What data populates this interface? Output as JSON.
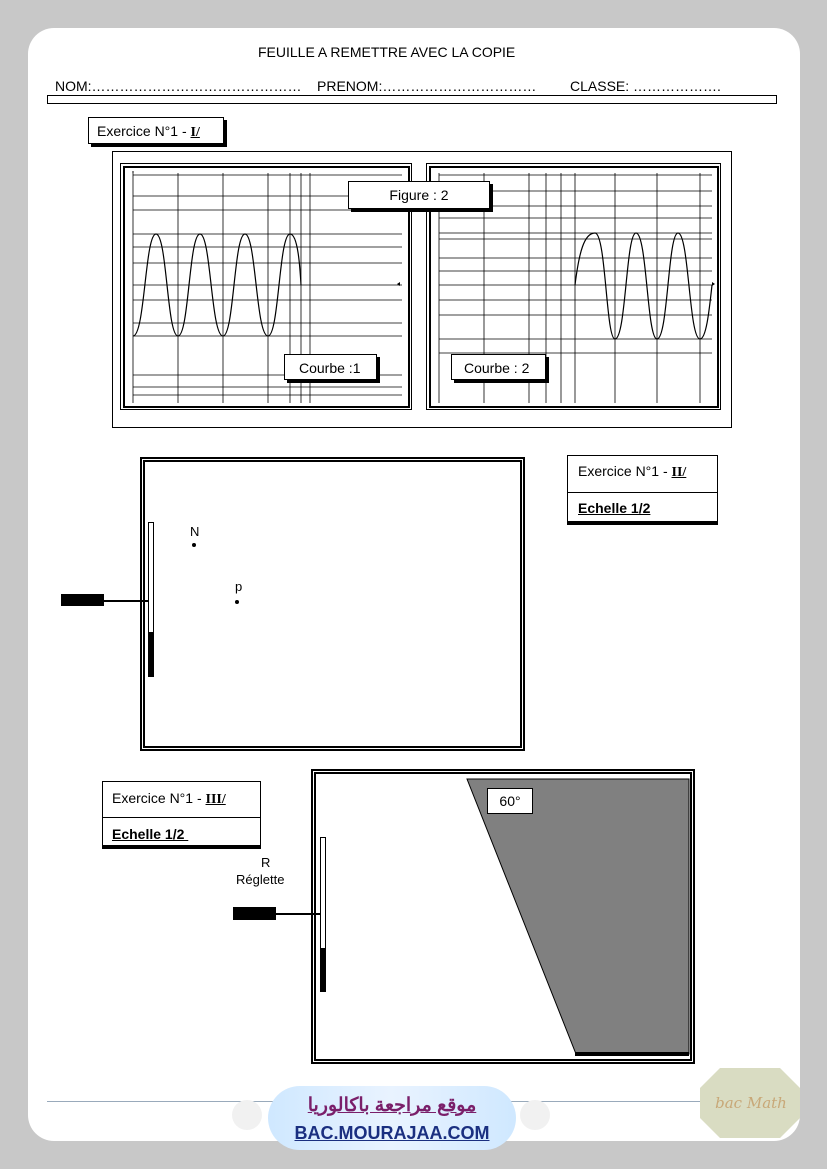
{
  "header": {
    "title": "FEUILLE A REMETTRE AVEC LA COPIE",
    "nom": "NOM:………………………………………",
    "prenom": "PRENOM:……………………………",
    "classe": "CLASSE: ………………."
  },
  "ex1": {
    "label": "Exercice N°1 - ",
    "roman": "I/",
    "figure": "Figure : 2",
    "courbe1": "Courbe :1",
    "courbe2": "Courbe : 2"
  },
  "ex2": {
    "label": "Exercice N°1 - ",
    "roman": "II/",
    "echelle": "Echelle 1/2",
    "point_n": "N",
    "point_p": "p"
  },
  "ex3": {
    "label": "Exercice N°1 - ",
    "roman": "III/",
    "echelle": "Echelle 1/2 ",
    "angle": "60°",
    "r": "R",
    "reglette": "Réglette"
  },
  "footer": {
    "arabic": "موقع مراجعة باكالوريا",
    "site": "BAC.MOURAJAA.COM",
    "badge": "bac Math"
  }
}
